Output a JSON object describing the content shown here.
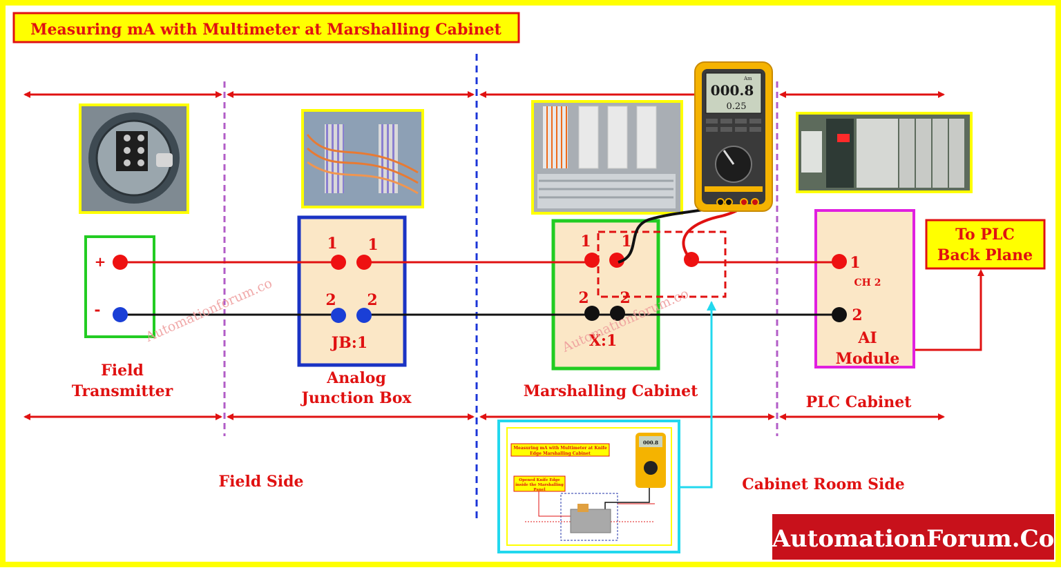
{
  "title": "Measuring mA with Multimeter at Marshalling Cabinet",
  "watermarks": {
    "wm1": "Automationforum.co",
    "wm2": "Automationforum.co"
  },
  "transmitter": {
    "plus": "+",
    "minus": "-",
    "label_line1": "Field",
    "label_line2": "Transmitter"
  },
  "junction_box": {
    "t1a": "1",
    "t1b": "1",
    "t2a": "2",
    "t2b": "2",
    "id": "JB:1",
    "label_line1": "Analog",
    "label_line2": "Junction Box"
  },
  "marshalling": {
    "t1a": "1",
    "t1b": "1",
    "t2a": "2",
    "t2b": "2",
    "id": "X:1",
    "label": "Marshalling Cabinet"
  },
  "ai_module": {
    "t1": "1",
    "ch": "CH 2",
    "t2": "2",
    "label_line1": "AI",
    "label_line2": "Module"
  },
  "to_plc": {
    "line1": "To PLC",
    "line2": "Back Plane"
  },
  "plc_cabinet": "PLC Cabinet",
  "field_side": "Field Side",
  "cabinet_room_side": "Cabinet Room Side",
  "multimeter": {
    "reading_main": "000.8",
    "reading_sub": "0.25",
    "unit": "Am"
  },
  "inset": {
    "title_line1": "Measuring mA with Multimeter at Knife",
    "title_line2": "Edge Marshalling Cabinet",
    "note_line1": "Opened Knife Edge",
    "note_line2": "inside the Marshalling",
    "note_line3": "Panel",
    "reading": "000.8"
  },
  "brand": "AutomationForum.Co",
  "colors": {
    "border": "#ffff00",
    "wire_positive": "#ee1111",
    "wire_negative": "#111111",
    "terminal_negative_jb": "#1a3fd6",
    "box_fill": "#fbe7c6",
    "transmitter_box": "#22cc22",
    "jb_box": "#1a33c4",
    "marshalling_box": "#22cc22",
    "ai_box": "#e020e0",
    "inset_border": "#22d8ee",
    "brand_bg": "#c8111b"
  }
}
